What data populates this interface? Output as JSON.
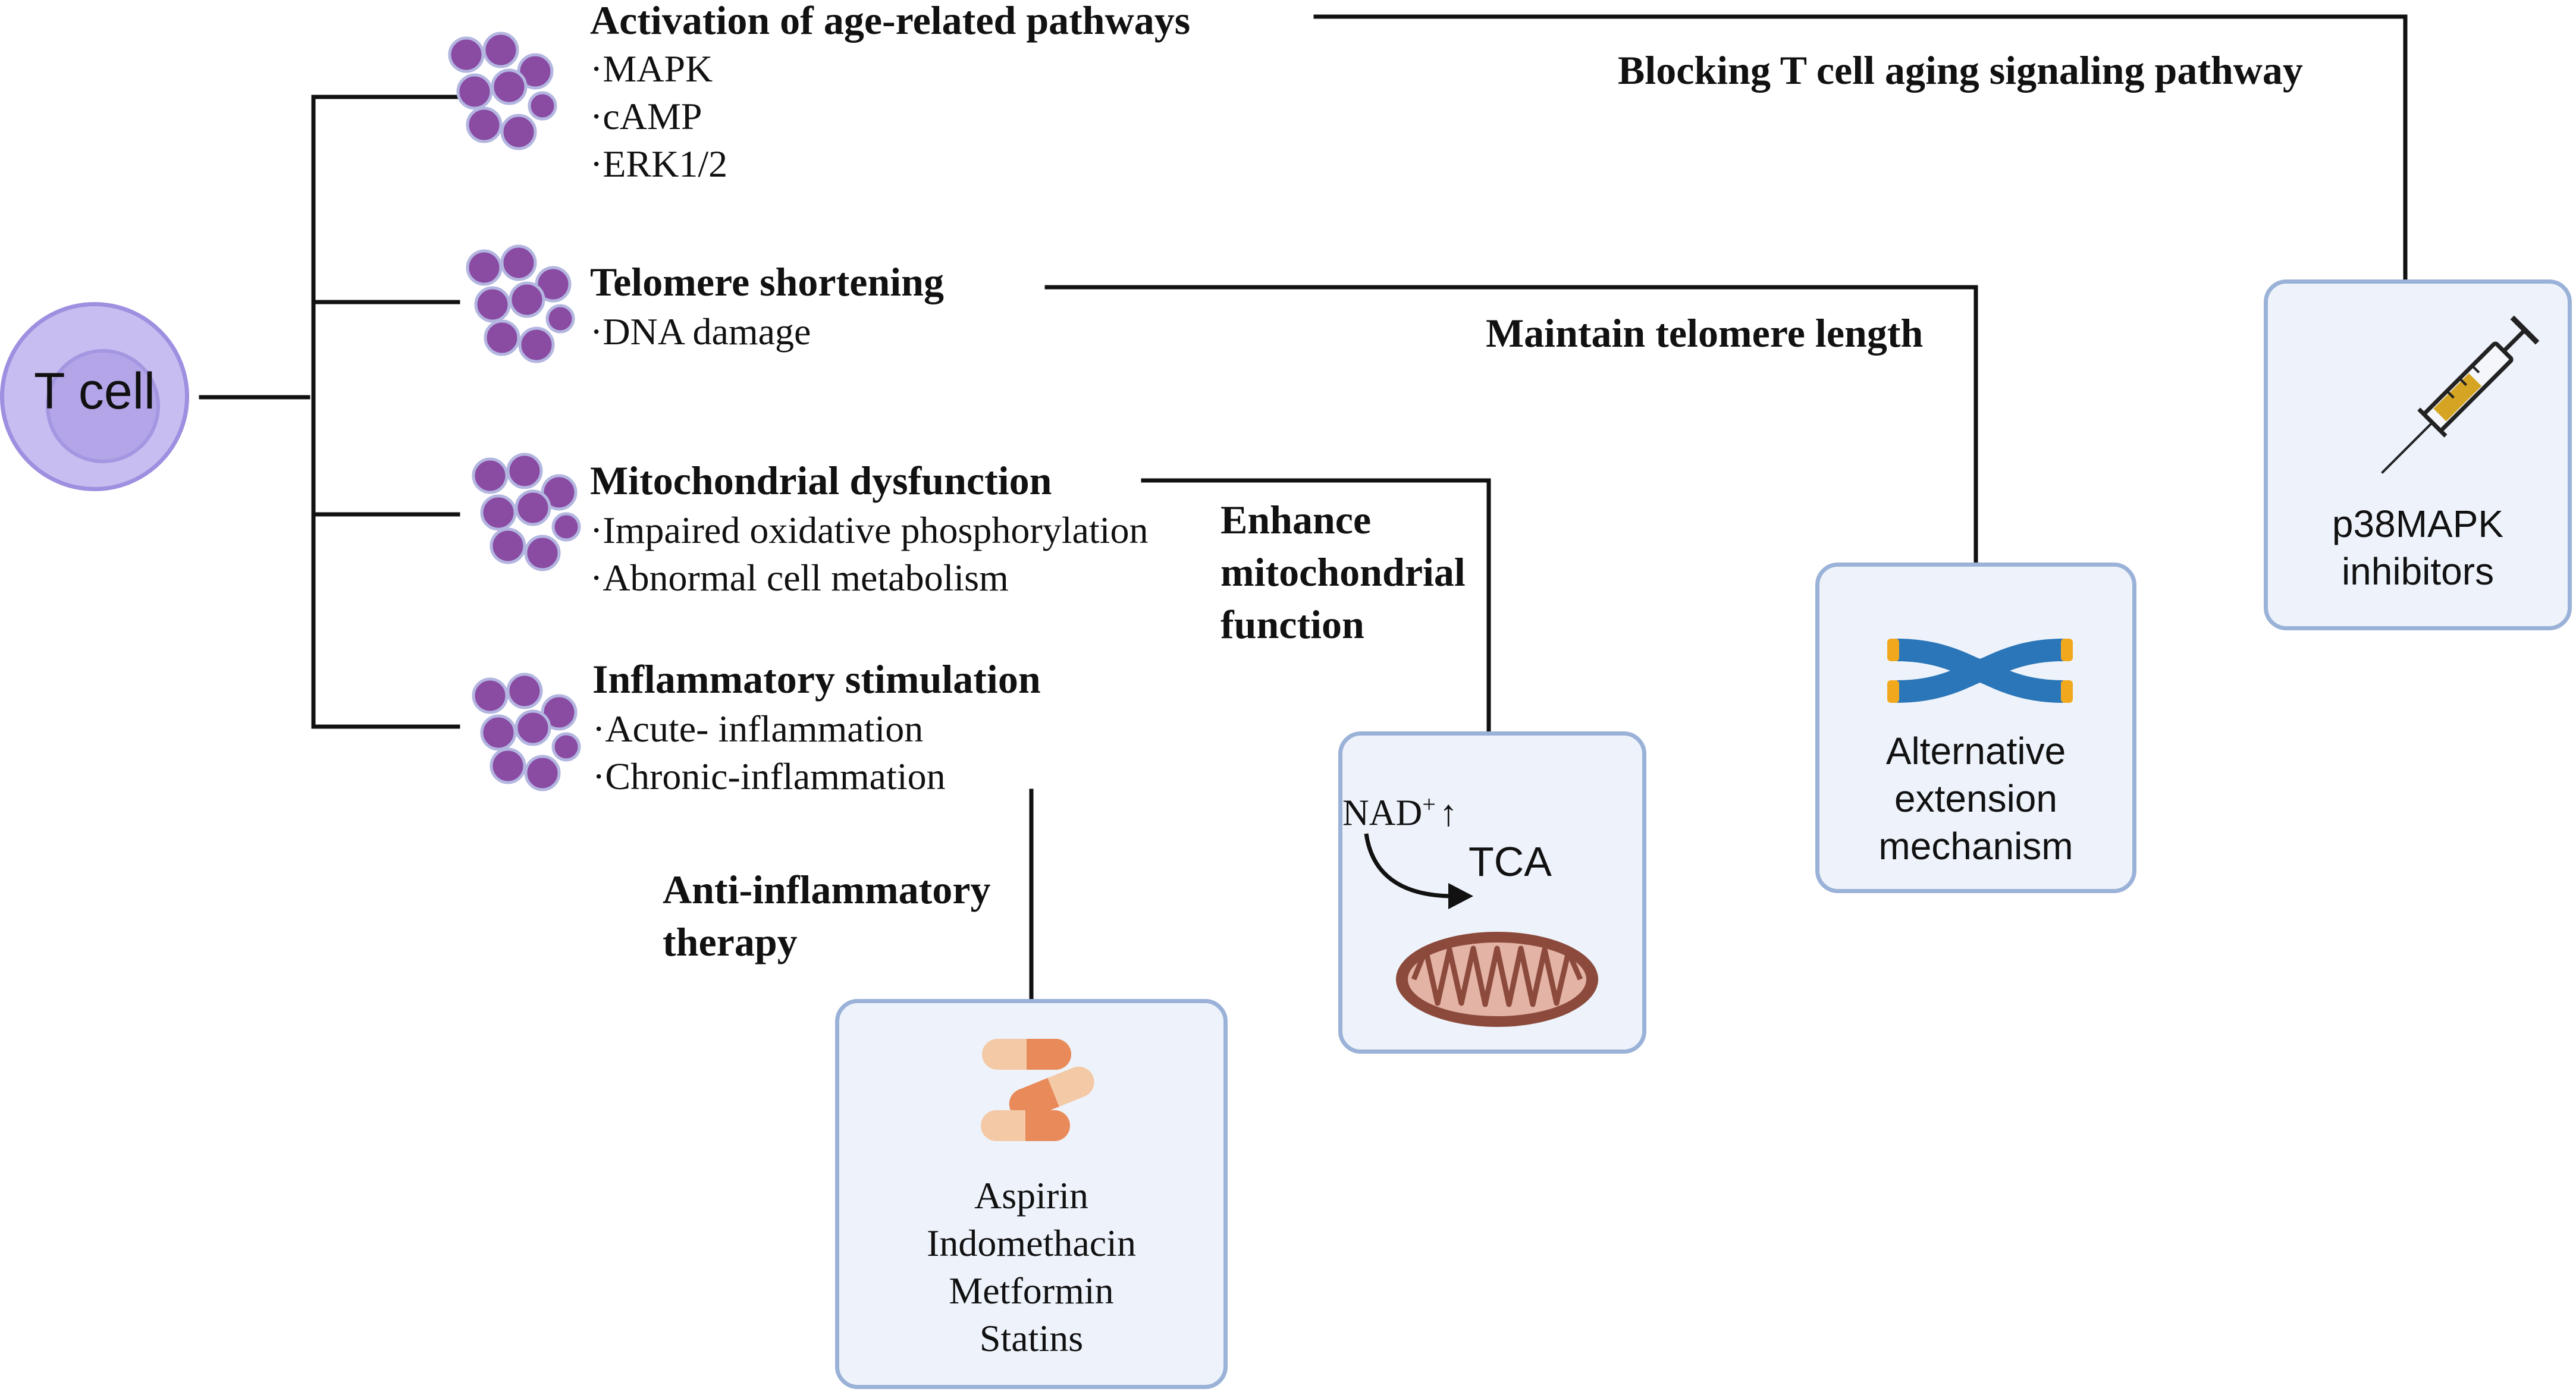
{
  "tcell": {
    "label": "T cell"
  },
  "mechanisms": [
    {
      "title": "Activation of age-related pathways",
      "bullets": [
        "·MAPK",
        "·cAMP",
        "·ERK1/2"
      ]
    },
    {
      "title": "Telomere shortening",
      "bullets": [
        "·DNA damage"
      ]
    },
    {
      "title": "Mitochondrial dysfunction",
      "bullets": [
        "·Impaired oxidative phosphorylation",
        "·Abnormal cell metabolism"
      ]
    },
    {
      "title": "Inflammatory stimulation",
      "bullets": [
        "·Acute- inflammation",
        "·Chronic-inflammation"
      ]
    }
  ],
  "strategies": {
    "blocking": "Blocking T cell aging signaling pathway",
    "telomere": "Maintain telomere length",
    "mito": [
      "Enhance",
      "mitochondrial",
      "function"
    ],
    "antiinflam": [
      "Anti-inflammatory",
      "therapy"
    ]
  },
  "boxes": {
    "p38": {
      "lines": [
        "p38MAPK",
        "inhibitors"
      ],
      "icon": "syringe-icon"
    },
    "ale": {
      "lines": [
        "Alternative",
        "extension",
        "mechanism"
      ],
      "icon": "chromosome-icon"
    },
    "mito": {
      "nad": "NAD",
      "nad_sup": "+",
      "nad_arrow": "↑",
      "tca": "TCA",
      "icon": "mitochondrion-icon"
    },
    "drugs": {
      "lines": [
        "Aspirin",
        "Indomethacin",
        "Metformin",
        "Statins"
      ],
      "icon": "pills-icon"
    }
  },
  "colors": {
    "cell_purple": "#8a4ba3",
    "panel_fill": "#eef3fb",
    "panel_border": "#9bb2d8",
    "chromosome_blue": "#2a76b8",
    "telomere_orange": "#f2a81d",
    "mito_brown": "#8c4a3c",
    "pill_orange": "#e98a5a"
  }
}
